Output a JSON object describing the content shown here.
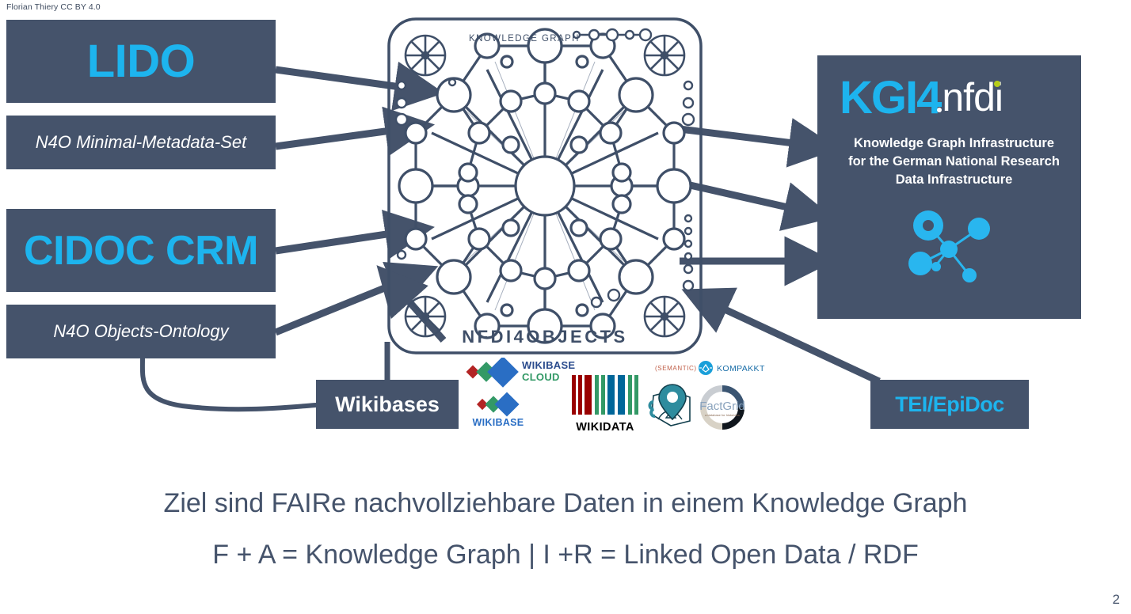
{
  "slide": {
    "credit": "Florian Thiery CC BY 4.0",
    "page_number": "2",
    "colors": {
      "panel": "#45536b",
      "accent_cyan": "#1db4ee",
      "text_white": "#ffffff",
      "accent_green": "#b5cc18",
      "background": "#ffffff"
    }
  },
  "standards": [
    {
      "id": "lido",
      "label": "LIDO",
      "style": "title"
    },
    {
      "id": "minimal-metadata-set",
      "label": "N4O Minimal-Metadata-Set",
      "style": "sub"
    },
    {
      "id": "cidoc-crm",
      "label": "CIDOC CRM",
      "style": "title"
    },
    {
      "id": "objects-ontology",
      "label": "N4O Objects-Ontology",
      "style": "sub"
    }
  ],
  "sources": [
    {
      "id": "wikibases",
      "label": "Wikibases"
    },
    {
      "id": "tei-epidoc",
      "label": "TEI/EpiDoc"
    }
  ],
  "knowledge_graph": {
    "top_label": "KNOWLEDGE GRAPH",
    "bottom_label": "NFDI4OBJECTS"
  },
  "kgi": {
    "logo_primary": "KGI4",
    "logo_secondary": "nfdi",
    "subtitle_line1": "Knowledge Graph Infrastructure",
    "subtitle_line2": "for the German National Research",
    "subtitle_line3": "Data Infrastructure"
  },
  "tool_logos": [
    {
      "id": "wikibase-cloud",
      "name_line1": "WIKIBASE",
      "name_line2": "CLOUD"
    },
    {
      "id": "wikibase",
      "name_line1": "WIKIBASE",
      "name_line2": ""
    },
    {
      "id": "wikidata",
      "name_line1": "WIKIDATA",
      "name_line2": ""
    },
    {
      "id": "kompakkt",
      "name_line1": "(SEMANTIC)",
      "name_line2": "KOMPAKKT"
    },
    {
      "id": "factgrid",
      "name_line1": "FactGrid",
      "name_line2": "a database for historians"
    }
  ],
  "captions": {
    "line1": "Ziel sind FAIRe nachvollziehbare Daten in einem Knowledge Graph",
    "line2": "F + A = Knowledge Graph | I +R = Linked Open Data / RDF"
  }
}
